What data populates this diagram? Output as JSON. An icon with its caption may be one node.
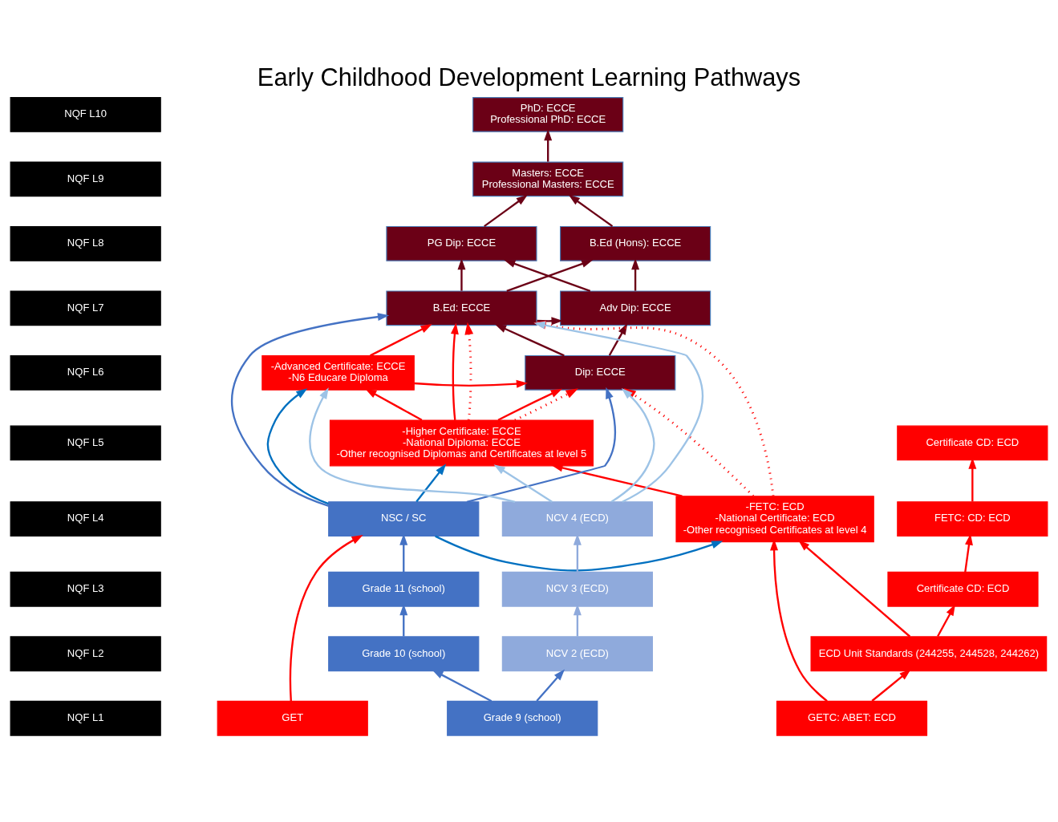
{
  "diagram": {
    "title": "Early Childhood Development Learning Pathways",
    "nodes": [
      {
        "text": [
          "NQF L10"
        ]
      },
      {
        "text": [
          "PhD: ECCE",
          "Professional PhD: ECCE"
        ]
      },
      {
        "text": [
          "NQF L9"
        ]
      },
      {
        "text": [
          "Masters: ECCE",
          "Professional Masters: ECCE"
        ]
      },
      {
        "text": [
          "NQF L8"
        ]
      },
      {
        "text": [
          "B.Ed (Hons): ECCE"
        ]
      },
      {
        "text": [
          "PG Dip: ECCE"
        ]
      },
      {
        "text": [
          "NQF L7"
        ]
      },
      {
        "text": [
          "B.Ed: ECCE"
        ]
      },
      {
        "text": [
          "Adv Dip: ECCE"
        ]
      },
      {
        "text": [
          "NQF L6"
        ]
      },
      {
        "text": [
          "-Advanced Certificate: ECCE",
          "-N6 Educare Diploma"
        ]
      },
      {
        "text": [
          "Dip: ECCE"
        ]
      },
      {
        "text": [
          "NQF L5"
        ]
      },
      {
        "text": [
          "Certificate CD: ECD"
        ]
      },
      {
        "text": [
          "-Higher Certificate: ECCE",
          "-National Diploma: ECCE",
          "-Other recognised Diplomas and Certificates at level 5"
        ]
      },
      {
        "text": [
          "NQF L4"
        ]
      },
      {
        "text": [
          "FETC: CD: ECD"
        ]
      },
      {
        "text": [
          "-FETC: ECD",
          "-National Certificate: ECD",
          "-Other recognised Certificates at level 4"
        ]
      },
      {
        "text": [
          "NSC / SC"
        ]
      },
      {
        "text": [
          "NCV 4 (ECD)"
        ]
      },
      {
        "text": [
          "NQF L3"
        ]
      },
      {
        "text": [
          "Certificate CD: ECD"
        ]
      },
      {
        "text": [
          "Grade 11 (school)"
        ]
      },
      {
        "text": [
          "NCV 3 (ECD)"
        ]
      },
      {
        "text": [
          "NQF L2"
        ]
      },
      {
        "text": [
          "ECD Unit Standards (244255, 244528, 244262)"
        ]
      },
      {
        "text": [
          "Grade 10 (school)"
        ]
      },
      {
        "text": [
          "NCV 2 (ECD)"
        ]
      },
      {
        "text": [
          "NQF L1"
        ]
      },
      {
        "text": [
          "GETC: ABET: ECD"
        ]
      },
      {
        "text": [
          "GET"
        ]
      },
      {
        "text": [
          "Grade 9 (school)"
        ]
      }
    ],
    "edges": [
      {
        "from": 3,
        "to": 1,
        "arrow": "to",
        "color": "#6b0016"
      },
      {
        "from": 5,
        "to": 3,
        "arrow": "to",
        "color": "#6b0016"
      },
      {
        "from": 6,
        "to": 3,
        "arrow": "to",
        "color": "#6b0016"
      },
      {
        "from": 8,
        "to": 5,
        "arrow": "to",
        "color": "#6b0016"
      },
      {
        "from": 9,
        "to": 5,
        "arrow": "to",
        "color": "#6b0016"
      },
      {
        "from": 8,
        "to": 6,
        "arrow": "to",
        "color": "#6b0016"
      },
      {
        "from": 8,
        "to": 9,
        "arrow": "to",
        "color": "#6b0016"
      },
      {
        "from": 9,
        "to": 6,
        "arrow": "to",
        "color": "#6b0016"
      },
      {
        "from": 12,
        "to": 9,
        "arrow": "to",
        "color": "#6b0016"
      },
      {
        "from": 12,
        "to": 8,
        "arrow": "to",
        "color": "#6b0016"
      },
      {
        "from": 11,
        "to": 8,
        "arrow": "to"
      },
      {
        "from": 11,
        "to": 12,
        "arrow": "to"
      },
      {
        "from": 15,
        "to": 8,
        "arrow": "to"
      },
      {
        "from": 15,
        "to": 12,
        "arrow": "to"
      },
      {
        "from": 15,
        "to": 8,
        "arrow": "to",
        "style": "dashed"
      },
      {
        "from": 15,
        "to": 12,
        "arrow": "to",
        "style": "dashed"
      },
      {
        "from": 18,
        "to": 8,
        "arrow": "to",
        "style": "dashed"
      },
      {
        "from": 18,
        "to": 12,
        "arrow": "to",
        "style": "dashed"
      },
      {
        "from": 15,
        "to": 11,
        "arrow": "to"
      },
      {
        "from": 18,
        "to": 15,
        "arrow": "to"
      },
      {
        "from": 17,
        "to": 14,
        "arrow": "to"
      },
      {
        "from": 22,
        "to": 17,
        "arrow": "to"
      },
      {
        "from": 26,
        "to": 22,
        "arrow": "to"
      },
      {
        "from": 26,
        "to": 18,
        "arrow": "to"
      },
      {
        "from": 30,
        "to": 26,
        "arrow": "to"
      },
      {
        "from": 30,
        "to": 18,
        "arrow": "to"
      },
      {
        "from": 31,
        "to": 19,
        "arrow": "to"
      },
      {
        "from": 19,
        "to": 11,
        "arrow": "to",
        "color": "#0070c0"
      },
      {
        "from": 19,
        "to": 15,
        "arrow": "to",
        "color": "#0070c0"
      },
      {
        "from": 19,
        "to": 18,
        "arrow": "to",
        "color": "#0070c0"
      },
      {
        "from": 19,
        "to": 8,
        "arrow": "to",
        "color": "#4472c4"
      },
      {
        "from": 19,
        "to": 12,
        "arrow": "to",
        "color": "#4472c4"
      },
      {
        "from": 20,
        "to": 11,
        "arrow": "to",
        "color": "#9dc3e6"
      },
      {
        "from": 20,
        "to": 15,
        "arrow": "to",
        "color": "#9dc3e6"
      },
      {
        "from": 20,
        "to": 8,
        "arrow": "to",
        "color": "#9dc3e6"
      },
      {
        "from": 20,
        "to": 12,
        "arrow": "to",
        "color": "#9dc3e6"
      },
      {
        "from": 23,
        "to": 19,
        "arrow": "to",
        "color": "#4472c4"
      },
      {
        "from": 27,
        "to": 23,
        "arrow": "to",
        "color": "#4472c4"
      },
      {
        "from": 32,
        "to": 27,
        "arrow": "to",
        "color": "#4472c4"
      },
      {
        "from": 32,
        "to": 28,
        "arrow": "to",
        "color": "#4472c4"
      },
      {
        "from": 28,
        "to": 24,
        "arrow": "to",
        "color": "#8faadc"
      },
      {
        "from": 24,
        "to": 20,
        "arrow": "to",
        "color": "#8faadc"
      }
    ]
  }
}
